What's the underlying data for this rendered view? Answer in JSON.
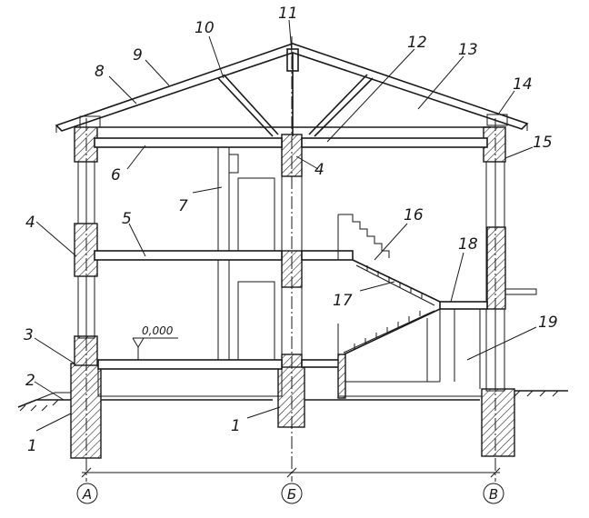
{
  "labels": [
    "1",
    "2",
    "3",
    "4",
    "5",
    "6",
    "7",
    "8",
    "9",
    "10",
    "11",
    "12",
    "13",
    "14",
    "15",
    "16",
    "17",
    "18",
    "19"
  ],
  "label_items": [
    {
      "id": "1a",
      "text": "1"
    },
    {
      "id": "1b",
      "text": "1"
    },
    {
      "id": "2",
      "text": "2"
    },
    {
      "id": "3",
      "text": "3"
    },
    {
      "id": "4a",
      "text": "4"
    },
    {
      "id": "4b",
      "text": "4"
    },
    {
      "id": "5",
      "text": "5"
    },
    {
      "id": "6",
      "text": "6"
    },
    {
      "id": "7",
      "text": "7"
    },
    {
      "id": "8",
      "text": "8"
    },
    {
      "id": "9",
      "text": "9"
    },
    {
      "id": "10",
      "text": "10"
    },
    {
      "id": "11",
      "text": "11"
    },
    {
      "id": "12",
      "text": "12"
    },
    {
      "id": "13",
      "text": "13"
    },
    {
      "id": "14",
      "text": "14"
    },
    {
      "id": "15",
      "text": "15"
    },
    {
      "id": "16",
      "text": "16"
    },
    {
      "id": "17",
      "text": "17"
    },
    {
      "id": "18",
      "text": "18"
    },
    {
      "id": "19",
      "text": "19"
    }
  ],
  "elevation_mark": "0,000",
  "axes": [
    "А",
    "Б",
    "В"
  ]
}
